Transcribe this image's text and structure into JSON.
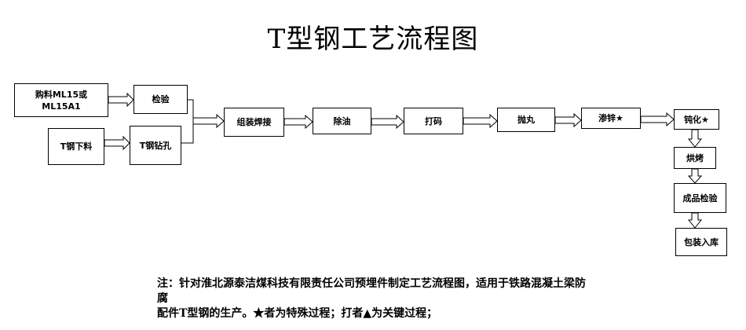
{
  "title": "T型钢工艺流程图",
  "steps": {
    "purchase": "购料ML15或\nML15A1",
    "inspect": "检验",
    "cutting": "T钢下料",
    "drilling": "T钢钻孔",
    "assembly_welding": "组装焊接",
    "degreasing": "除油",
    "marking": "打码",
    "shot_blasting": "抛丸",
    "zinc_infiltration": "渗锌★",
    "passivation": "钝化★",
    "baking": "烘烤",
    "final_inspection": "成品检验",
    "packing_storage": "包装入库"
  },
  "note": {
    "line1": "注：针对淮北源泰洁煤科技有限责任公司预埋件制定工艺流程图，适用于铁路混凝土梁防",
    "line2": "腐",
    "line3": "配件T型钢的生产。★者为特殊过程；打者▲为关键过程；"
  }
}
